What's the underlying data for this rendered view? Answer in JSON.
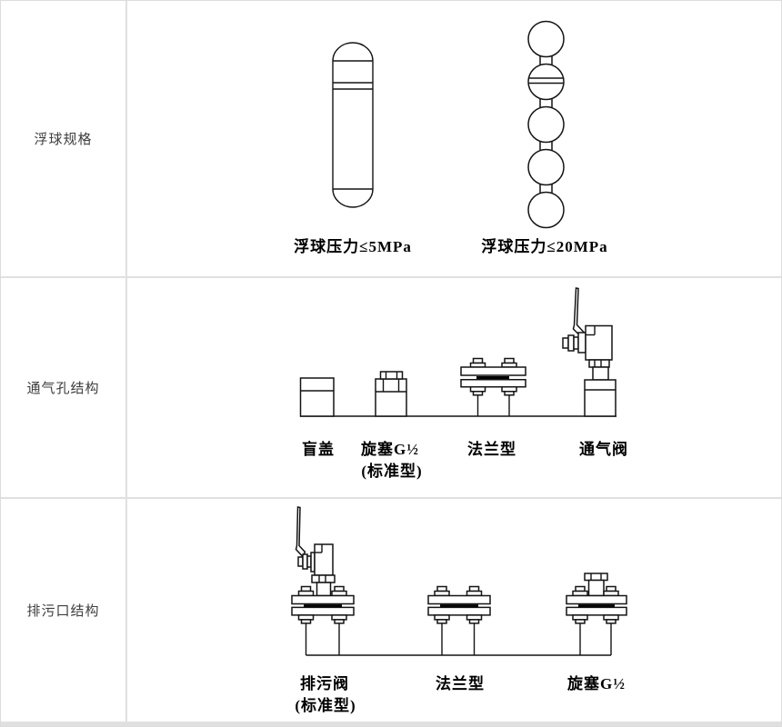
{
  "colors": {
    "line": "#141414",
    "grid": "#e0e0e0",
    "gasket": "#000000",
    "header_text": "#3d3d3d",
    "caption_text": "#000000"
  },
  "rows": [
    {
      "header": "浮球规格",
      "figures": [
        {
          "name": "float-capsule",
          "caption": "浮球压力≤5MPa"
        },
        {
          "name": "float-ball-chain",
          "caption": "浮球压力≤20MPa"
        }
      ]
    },
    {
      "header": "通气孔结构",
      "figures": [
        {
          "name": "blind-cover",
          "caption": "盲盖"
        },
        {
          "name": "screw-plug",
          "caption": "旋塞G½",
          "subcaption": "(标准型)"
        },
        {
          "name": "flange-type",
          "caption": "法兰型"
        },
        {
          "name": "vent-valve",
          "caption": "通气阀"
        }
      ]
    },
    {
      "header": "排污口结构",
      "figures": [
        {
          "name": "drain-valve",
          "caption": "排污阀",
          "subcaption": "(标准型)"
        },
        {
          "name": "flange-type",
          "caption": "法兰型"
        },
        {
          "name": "screw-plug",
          "caption": "旋塞G½"
        }
      ]
    }
  ]
}
